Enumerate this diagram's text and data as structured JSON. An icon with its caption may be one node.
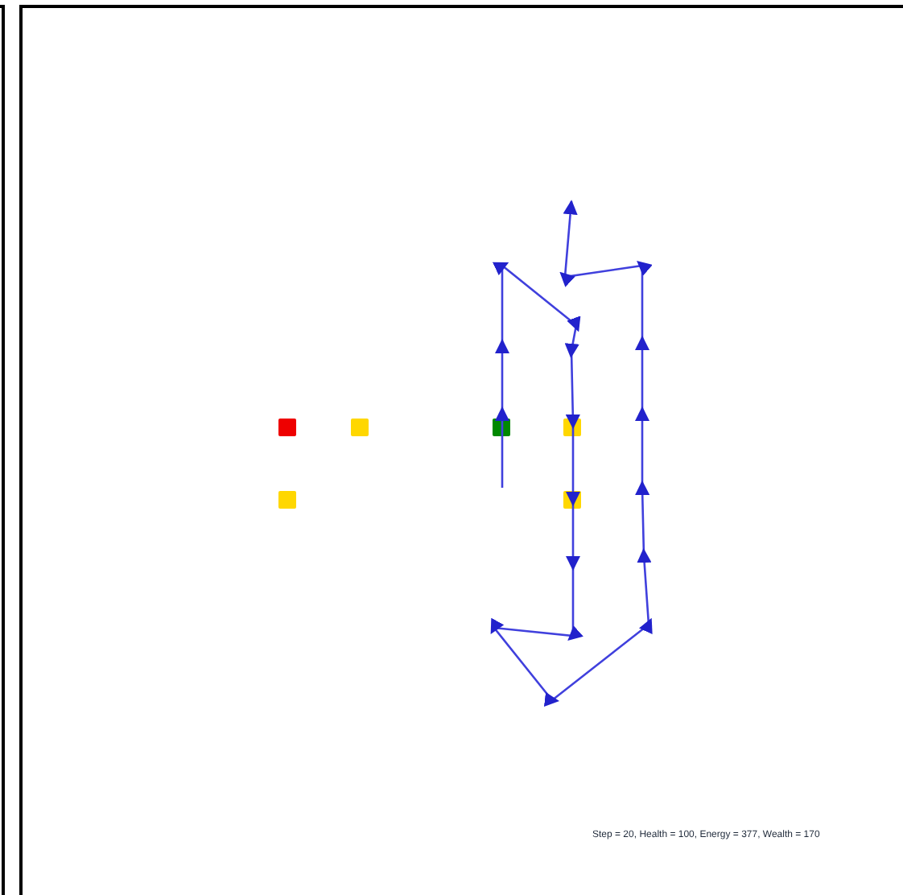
{
  "diagram": {
    "nodes": [
      {
        "text": [],
        "shape": "box"
      },
      {
        "text": [],
        "shape": "box"
      },
      {
        "text": [],
        "shape": "box"
      },
      {
        "text": [],
        "shape": "box"
      },
      {
        "text": [],
        "shape": "box"
      },
      {
        "text": [],
        "shape": "box"
      }
    ],
    "labels": [
      "Step = 20, Health = 100, Energy = 377, Wealth = 170"
    ]
  }
}
